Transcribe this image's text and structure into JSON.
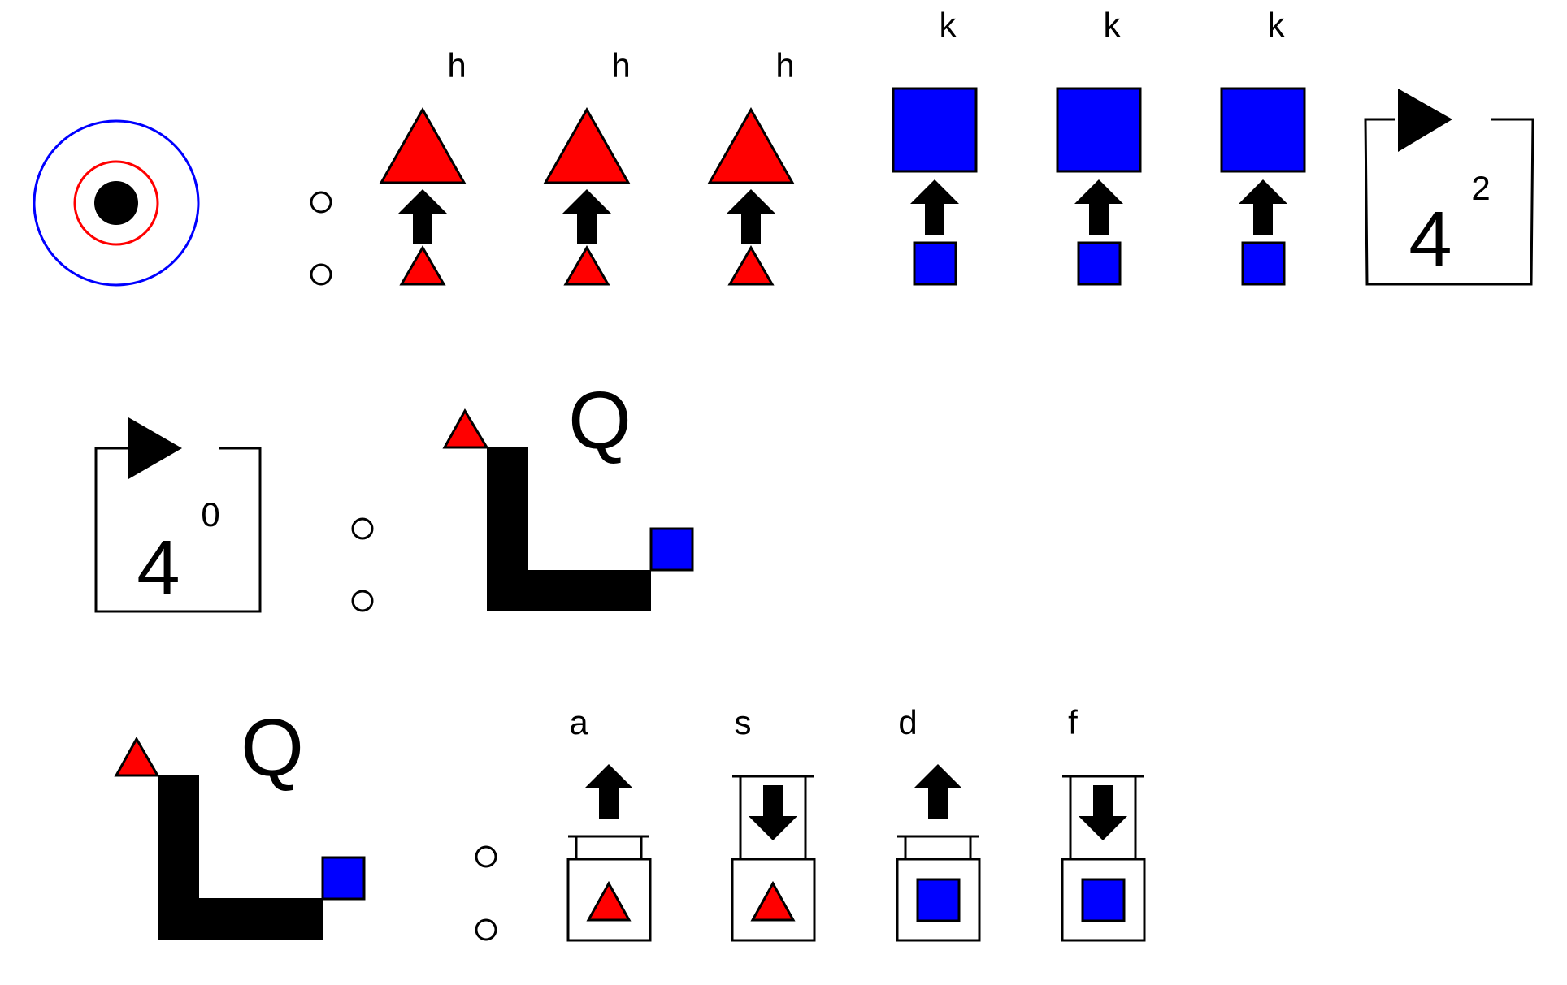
{
  "colors": {
    "red": "#ff0000",
    "blue": "#0000ff",
    "black": "#000000",
    "white": "#ffffff"
  },
  "row1": {
    "target_icon": "concentric-target-icon",
    "transform_labels_red": [
      "h",
      "h",
      "h"
    ],
    "transform_labels_blue": [
      "k",
      "k",
      "k"
    ],
    "repeat_box": {
      "base": "4",
      "exponent": "2"
    }
  },
  "row2": {
    "repeat_box": {
      "base": "4",
      "exponent": "0"
    },
    "shape_label": "Q"
  },
  "row3": {
    "shape_label": "Q",
    "actions": [
      {
        "key": "a",
        "direction": "up",
        "shape": "triangle"
      },
      {
        "key": "s",
        "direction": "down",
        "shape": "triangle"
      },
      {
        "key": "d",
        "direction": "up",
        "shape": "square"
      },
      {
        "key": "f",
        "direction": "down",
        "shape": "square"
      }
    ]
  }
}
